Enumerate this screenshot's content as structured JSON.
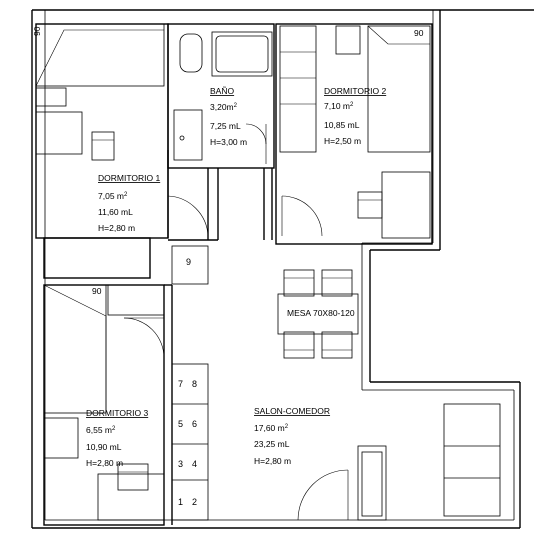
{
  "rooms": {
    "bano": {
      "name": "BAÑO",
      "area": "3,20m",
      "area_sup": "2",
      "perimeter": "7,25 mL",
      "height": "H=3,00 m"
    },
    "dormitorio1": {
      "name": "DORMITORIO 1",
      "area": "7,05 m",
      "area_sup": "2",
      "perimeter": "11,60 mL",
      "height": "H=2,80 m",
      "bed": "90"
    },
    "dormitorio2": {
      "name": "DORMITORIO 2",
      "area": "7,10 m",
      "area_sup": "2",
      "perimeter": "10,85 mL",
      "height": "H=2,50 m",
      "bed": "90"
    },
    "dormitorio3": {
      "name": "DORMITORIO 3",
      "area": "6,55 m",
      "area_sup": "2",
      "perimeter": "10,90 mL",
      "height": "H=2,80 m",
      "bed": "90"
    },
    "salon": {
      "name": "SALON-COMEDOR",
      "area": "17,60 m",
      "area_sup": "2",
      "perimeter": "23,25 mL",
      "height": "H=2,80 m"
    }
  },
  "table": {
    "label": "MESA 70X80-120"
  },
  "cabinets": {
    "c9": "9",
    "c7": "7",
    "c8": "8",
    "c5": "5",
    "c6": "6",
    "c3": "3",
    "c4": "4",
    "c1": "1",
    "c2": "2"
  }
}
